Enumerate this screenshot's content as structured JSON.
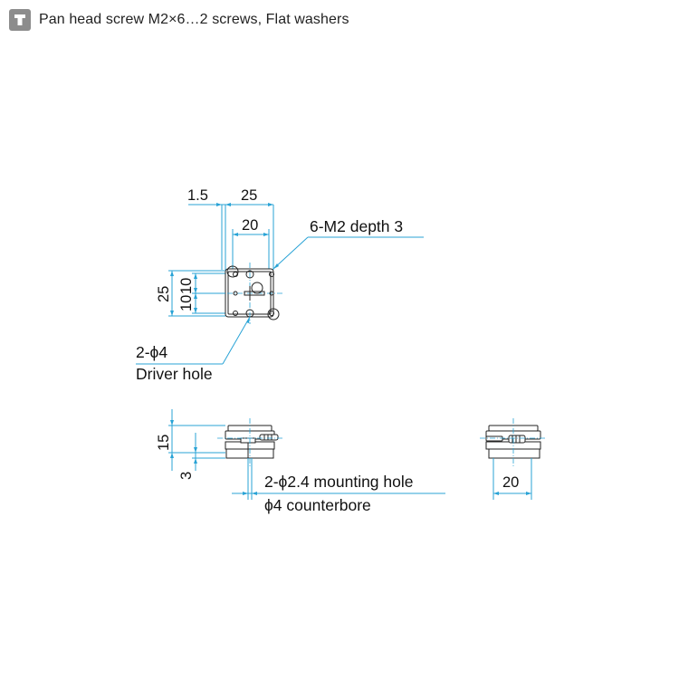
{
  "header": {
    "badge_icon": "t-shaped-screw-icon",
    "title": "Pan head screw M2×6…2 screws, Flat washers"
  },
  "top_view": {
    "dim_offset": "1.5",
    "dim_width_25": "25",
    "dim_width_20": "20",
    "callout_tapped": "6-M2 depth 3",
    "dim_height_25": "25",
    "dim_height_10a": "10",
    "dim_height_10b": "10",
    "callout_driver_line1": "2-ϕ4",
    "callout_driver_line2": "Driver hole"
  },
  "front_view": {
    "dim_height_15": "15",
    "dim_height_3": "3",
    "callout_mount_line1": "2-ϕ2.4 mounting hole",
    "callout_mount_line2": "ϕ4 counterbore"
  },
  "side_view": {
    "dim_width_20": "20"
  },
  "colors": {
    "dimension": "#29a3d6",
    "outline": "#222222",
    "badge": "#8c8c8c"
  }
}
